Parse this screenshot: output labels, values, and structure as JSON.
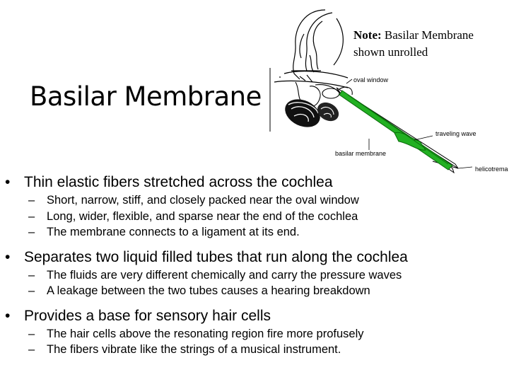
{
  "title": "Basilar Membrane",
  "note": {
    "bold": "Note:",
    "line1": "Basilar Membrane",
    "line2": "shown unrolled"
  },
  "figure_labels": {
    "oval_window": "oval window",
    "traveling_wave": "traveling wave",
    "basilar_membrane": "basilar membrane",
    "helicotrema": "helicotrema"
  },
  "colors": {
    "membrane": "#22b022",
    "membrane_dark": "#0a6a0a"
  },
  "symbols": {
    "bullet": "•",
    "dash": "–"
  },
  "bullets": [
    {
      "text": "Thin elastic fibers stretched across the cochlea",
      "sub": [
        "Short, narrow, stiff, and closely packed near the oval window",
        "Long, wider, flexible, and sparse near the end of the cochlea",
        "The membrane connects to a ligament at its end."
      ]
    },
    {
      "text": "Separates two liquid filled tubes that run along the cochlea",
      "sub": [
        "The fluids are very different chemically and carry the pressure waves",
        "A leakage between the two tubes causes a hearing breakdown"
      ]
    },
    {
      "text": "Provides a base for sensory hair cells",
      "sub": [
        "The hair cells above the resonating region fire more profusely",
        "The fibers vibrate like the strings of a musical instrument."
      ]
    }
  ]
}
